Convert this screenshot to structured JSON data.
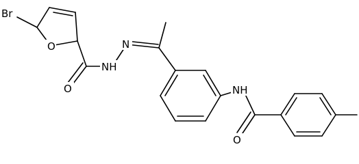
{
  "labels": {
    "br": "Br",
    "o_furan": "O",
    "o_amide1": "O",
    "o_amide2": "O",
    "nh_hydrazide": "NH",
    "n_hydrazone": "N",
    "nh_amide": "NH"
  }
}
